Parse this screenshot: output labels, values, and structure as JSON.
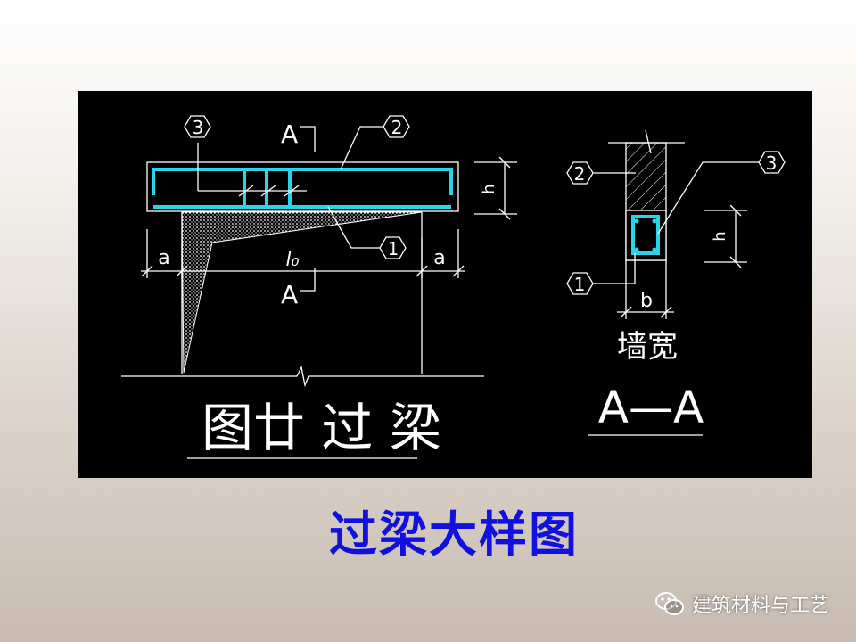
{
  "drawing": {
    "mark_a": "A",
    "mark_a2": "A",
    "label_a_left": "a",
    "label_a_right": "a",
    "label_lo": "l₀",
    "label_h": "h",
    "label_h2": "h",
    "label_b": "b",
    "label_wall_width": "墙宽",
    "title_left": "图廿  过  梁",
    "title_right": "A—A",
    "callout_1": "1",
    "callout_2": "2",
    "callout_3": "3",
    "callout_1b": "1",
    "callout_2b": "2",
    "callout_3b": "3"
  },
  "caption": "过梁大样图",
  "watermark": "建筑材料与工艺",
  "colors": {
    "rebar": "#2ad4e8",
    "caption": "#1010e0",
    "background": "#000000"
  }
}
